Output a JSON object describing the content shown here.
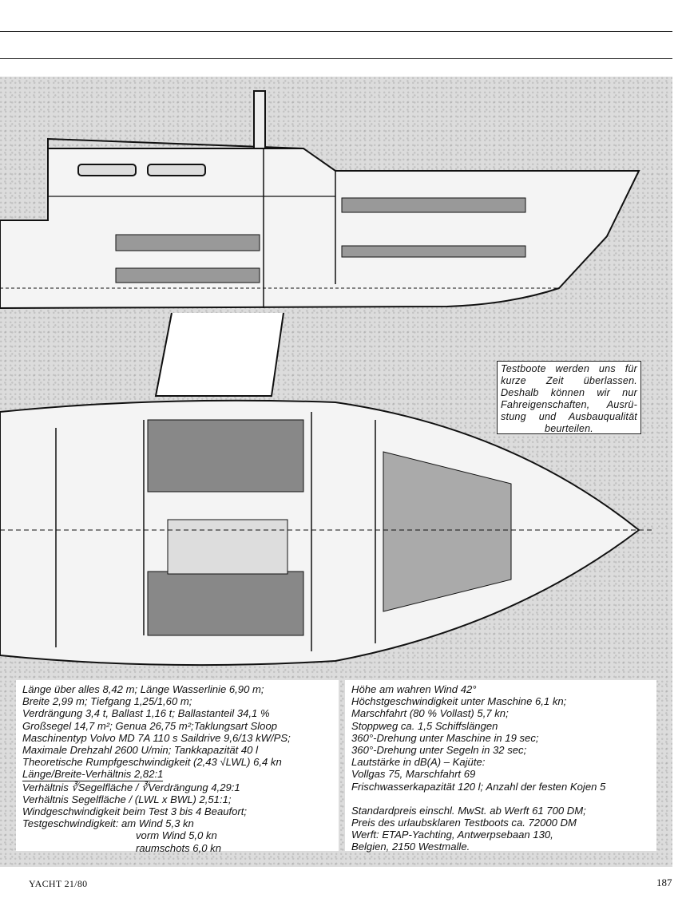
{
  "note": {
    "lines": [
      "Testboote werden uns für",
      "kurze Zeit überlassen.",
      "Deshalb können wir nur",
      "Fahreigenschaften, Ausrü-",
      "stung und Ausbauqualität",
      "beurteilen."
    ]
  },
  "specs_left": {
    "lines": [
      "Länge über alles 8,42 m; Länge Wasserlinie 6,90 m;",
      "Breite 2,99 m; Tiefgang 1,25/1,60 m;",
      "Verdrängung 3,4 t, Ballast 1,16 t; Ballastanteil 34,1 %",
      "Großsegel 14,7 m²; Genua 26,75 m²;Taklungsart Sloop",
      "Maschinentyp Volvo MD 7A 110 s Saildrive 9,6/13 kW/PS;",
      "Maximale Drehzahl 2600 U/min; Tankkapazität 40 l",
      "Theoretische Rumpfgeschwindigkeit (2,43 √LWL) 6,4 kn",
      "Länge/Breite-Verhältnis 2,82:1",
      "Verhältnis ∛Segelfläche / ∛Verdrängung 4,29:1",
      "Verhältnis Segelfläche / (LWL x BWL) 2,51:1;",
      "Windgeschwindigkeit beim Test 3 bis 4 Beaufort;",
      "Testgeschwindigkeit: am Wind 5,3 kn"
    ],
    "indented": [
      "vorm Wind 5,0 kn",
      "raumschots 6,0 kn"
    ]
  },
  "specs_right": {
    "lines": [
      "Höhe am wahren Wind 42°",
      "Höchstgeschwindigkeit unter Maschine 6,1 kn;",
      "Marschfahrt (80 % Vollast) 5,7 kn;",
      "Stoppweg ca. 1,5 Schiffslängen",
      "360°-Drehung unter Maschine in 19 sec;",
      "360°-Drehung unter Segeln in 32 sec;",
      "Lautstärke in dB(A) – Kajüte:",
      "Vollgas 75, Marschfahrt 69",
      "Frischwasserkapazität 120 l; Anzahl der festen Kojen 5"
    ],
    "lines2": [
      "Standardpreis einschl. MwSt. ab Werft 61 700 DM;",
      "Preis des urlaubsklaren Testboots ca. 72000 DM",
      "Werft: ETAP-Yachting, Antwerpsebaan 130,",
      "Belgien, 2150 Westmalle."
    ]
  },
  "footer": {
    "magazine": "YACHT 21/80",
    "page_number": "187"
  }
}
